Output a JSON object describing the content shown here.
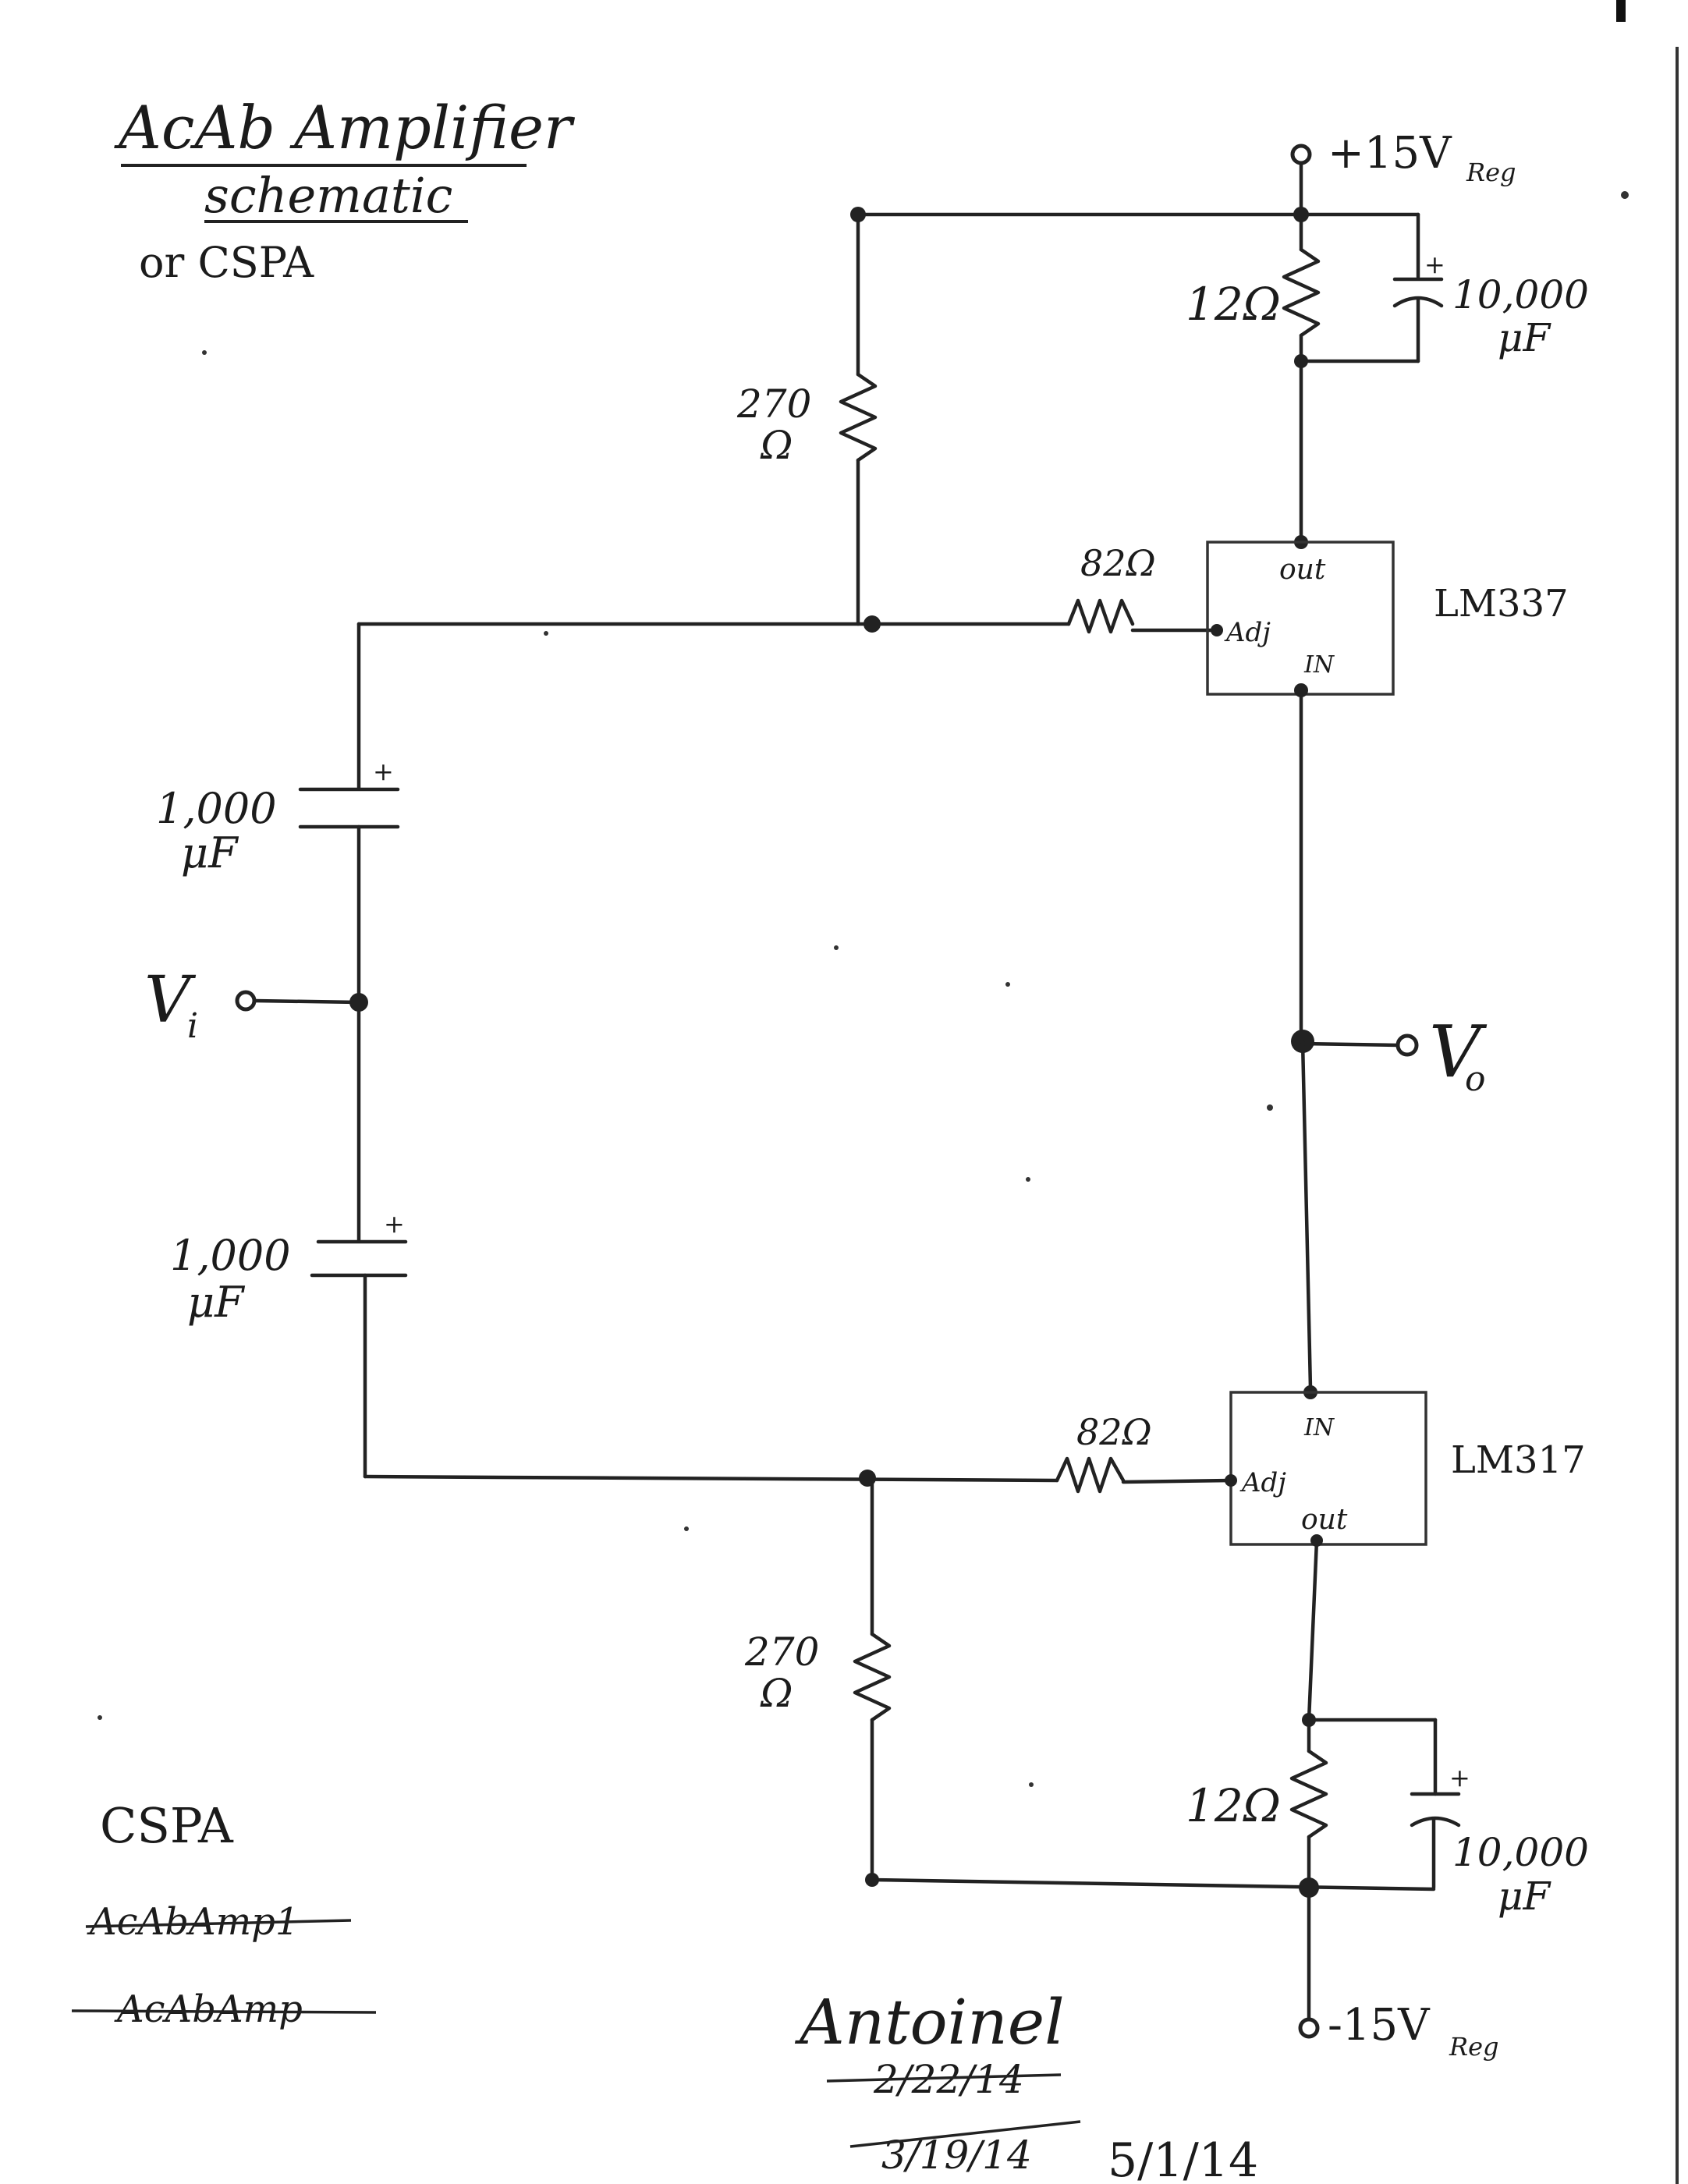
{
  "title": {
    "line1": "AcAb Amplifier",
    "line2": "schematic",
    "line3": "or CSPA"
  },
  "supply": {
    "positive": "+15V",
    "positive_sub": "Reg",
    "negative": "-15V",
    "negative_sub": "Reg"
  },
  "signals": {
    "input": "V",
    "input_sub": "i",
    "output": "V",
    "output_sub": "o"
  },
  "upper_stage": {
    "regulator": "LM337",
    "pin_out": "out",
    "pin_adj": "Adj",
    "pin_in": "IN",
    "series_resistor": "82Ω",
    "divider_resistor_a": "270",
    "divider_resistor_b": "Ω",
    "sense_resistor": "12Ω",
    "capacitor_a": "10,000",
    "capacitor_b": "μF",
    "cap_polarity": "+"
  },
  "lower_stage": {
    "regulator": "LM317",
    "pin_in": "IN",
    "pin_adj": "Adj",
    "pin_out": "out",
    "series_resistor": "82Ω",
    "divider_resistor_a": "270",
    "divider_resistor_b": "Ω",
    "sense_resistor": "12Ω",
    "capacitor_a": "10,000",
    "capacitor_b": "μF",
    "cap_polarity": "+"
  },
  "coupling_caps": {
    "upper_a": "1,000",
    "upper_b": "μF",
    "lower_a": "1,000",
    "lower_b": "μF",
    "polarity": "+"
  },
  "notes": {
    "name": "CSPA",
    "struck_1": "AcAbAmp1",
    "struck_2": "AcAbAmp",
    "signature": "Antoinel",
    "date_struck_1": "2/22/14",
    "date_struck_2": "3/19/14",
    "date_current": "5/1/14"
  }
}
